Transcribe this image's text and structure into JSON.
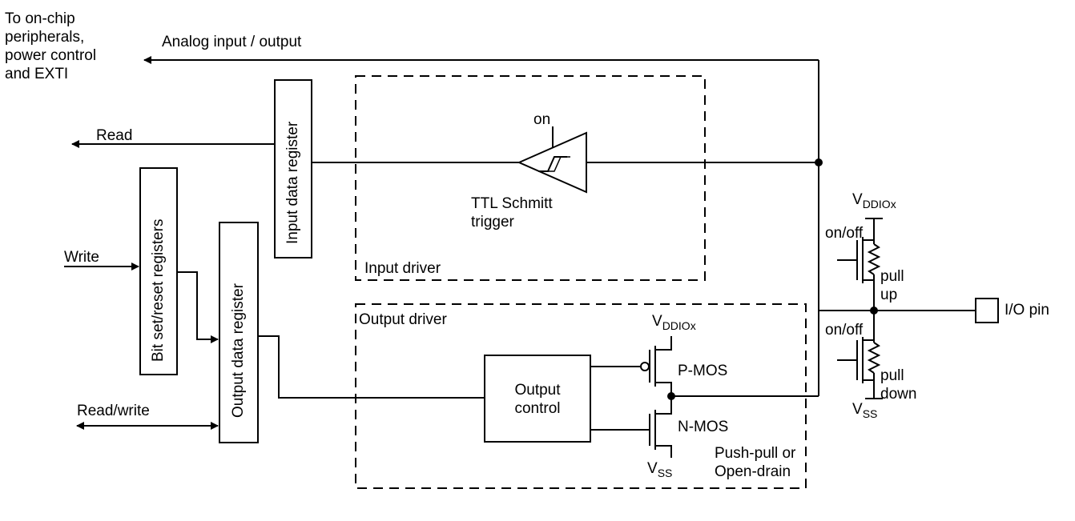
{
  "peripherals_note": "To on-chip\nperipherals,\npower control\nand EXTI",
  "signals": {
    "analog": "Analog input / output",
    "read": "Read",
    "write": "Write",
    "read_write": "Read/write"
  },
  "registers": {
    "input_data": "Input data register",
    "bit_set_reset": "Bit set/reset registers",
    "output_data": "Output data register"
  },
  "input_driver": {
    "label": "Input driver",
    "schmitt_on": "on",
    "schmitt_label": "TTL Schmitt\ntrigger"
  },
  "output_driver": {
    "label": "Output driver",
    "control": "Output\ncontrol",
    "pmos": "P-MOS",
    "nmos": "N-MOS",
    "vdd_base": "V",
    "vdd_sub": "DDIOx",
    "vss_base": "V",
    "vss_sub": "SS",
    "mode": "Push-pull or\nOpen-drain"
  },
  "pull": {
    "vdd_base": "V",
    "vdd_sub": "DDIOx",
    "up_switch": "on/off",
    "up_label": "pull\nup",
    "down_switch": "on/off",
    "down_label": "pull\ndown",
    "vss_base": "V",
    "vss_sub": "SS"
  },
  "pin": {
    "label": "I/O pin"
  }
}
